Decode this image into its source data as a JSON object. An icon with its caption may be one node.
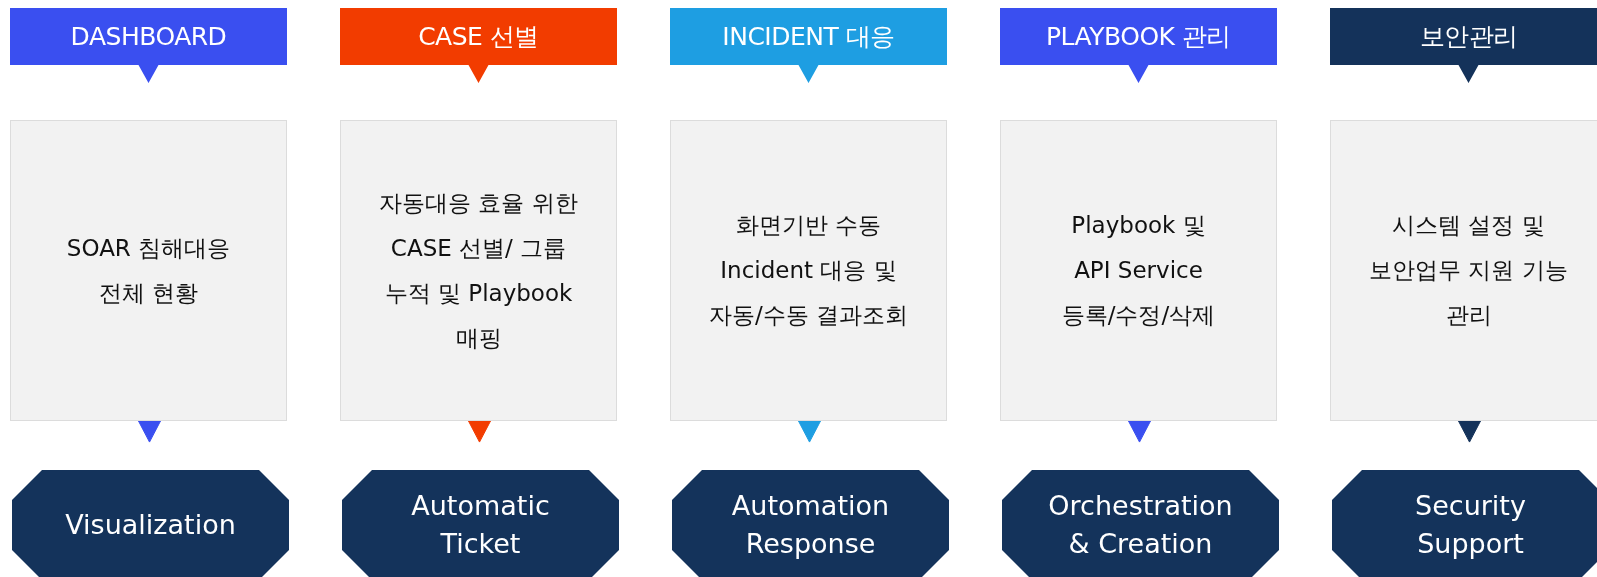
{
  "diagram": {
    "nodes": [
      {
        "text": [
          "DASHBOARD"
        ]
      },
      {
        "text": [
          "SOAR 침해대응 전체 현황"
        ]
      },
      {
        "text": [
          "Visualization"
        ]
      },
      {
        "text": [
          "CASE 선별"
        ]
      },
      {
        "text": [
          "자동대응 효율 위한 CASE 선별/ 그룹 누적 및 Playbook 매핑"
        ]
      },
      {
        "text": [
          "Automatic Ticket"
        ]
      },
      {
        "text": [
          "INCIDENT 대응"
        ]
      },
      {
        "text": [
          "화면기반 수동 Incident 대응 및 자동/수동 결과조회"
        ]
      },
      {
        "text": [
          "Automation Response"
        ]
      },
      {
        "text": [
          "PLAYBOOK 관리"
        ]
      },
      {
        "text": [
          "Playbook 및 API Service 등록/수정/삭제"
        ]
      },
      {
        "text": [
          "Orchestration & Creation"
        ]
      },
      {
        "text": [
          "보안관리"
        ]
      },
      {
        "text": [
          "시스템 설정 및 보안업무 지원 기능 관리"
        ]
      },
      {
        "text": [
          "Security Support"
        ]
      }
    ],
    "edges": [
      {
        "from": 1,
        "to": 2,
        "arrow": "to",
        "color": "#3a4ff0"
      },
      {
        "from": 4,
        "to": 5,
        "arrow": "to",
        "color": "#f23c00"
      },
      {
        "from": 7,
        "to": 8,
        "arrow": "to",
        "color": "#1e9ee2"
      },
      {
        "from": 10,
        "to": 11,
        "arrow": "to",
        "color": "#3a4ff0"
      },
      {
        "from": 13,
        "to": 14,
        "arrow": "to",
        "color": "#14325a"
      }
    ]
  }
}
